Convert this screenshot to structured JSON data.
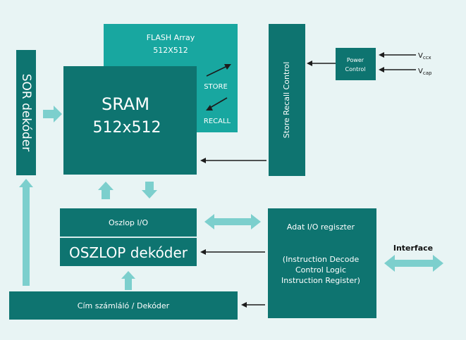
{
  "blocks": {
    "flash": {
      "line1": "FLASH Array",
      "line2": "512X512"
    },
    "store": "STORE",
    "recall": "RECALL",
    "sram": {
      "line1": "SRAM",
      "line2": "512x512"
    },
    "sor": "SOR dekóder",
    "store_recall": "Store Recall Control",
    "power": {
      "line1": "Power",
      "line2": "Control"
    },
    "vccx": {
      "main": "V",
      "sub": "ccx"
    },
    "vcap": {
      "main": "V",
      "sub": "cap"
    },
    "oszlop_io": "Oszlop I/O",
    "oszlop_dekoder": "OSZLOP dekóder",
    "adat": "Adat I/O regiszter",
    "instr": {
      "line1": "(Instruction Decode",
      "line2": "Control Logic",
      "line3": "Instruction Register)"
    },
    "interface": "Interface",
    "cim": "Cím számláló / Dekóder"
  },
  "colors": {
    "background": "#e8f4f4",
    "box_dark": "#0e7470",
    "box_light": "#18a7a0",
    "arrow_light": "#7ccfcd",
    "arrow_dark": "#1c1c1c"
  }
}
